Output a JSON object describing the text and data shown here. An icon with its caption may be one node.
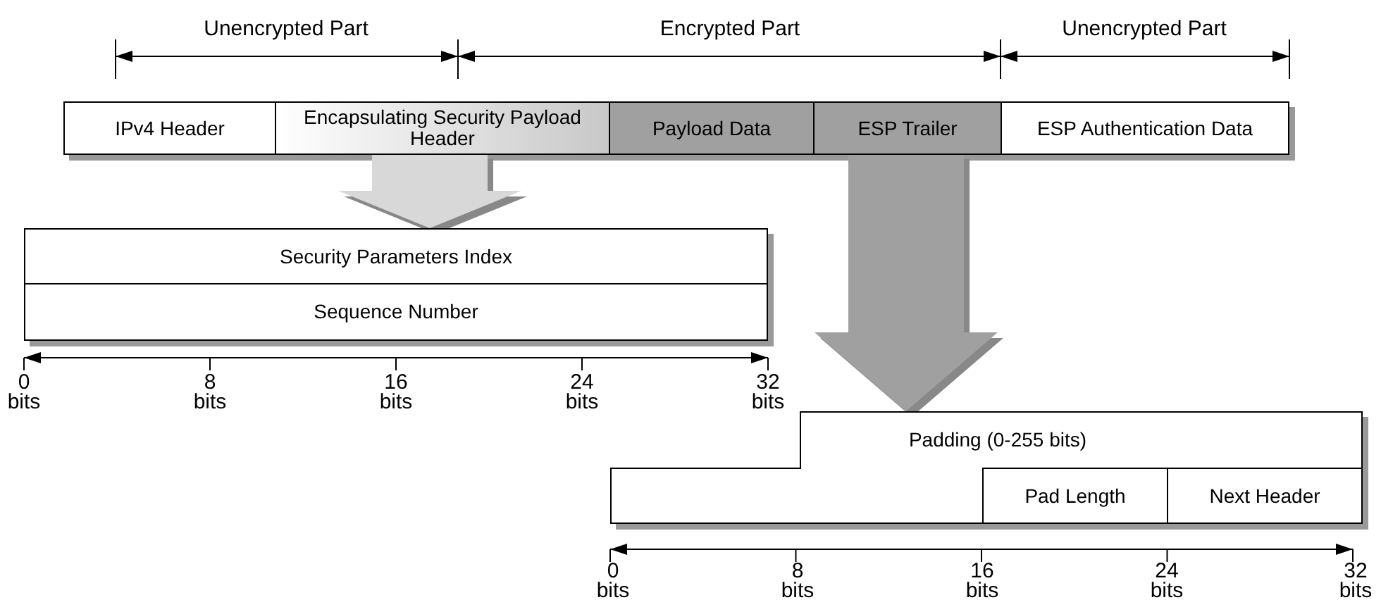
{
  "diagram": {
    "nodes": [
      {
        "text": [
          "IPv4 Header"
        ]
      },
      {
        "text": [
          "Encapsulating Security Payload Header"
        ]
      },
      {
        "text": [
          "Payload Data"
        ]
      },
      {
        "text": [
          "ESP Trailer"
        ]
      },
      {
        "text": [
          "ESP Authentication Data"
        ]
      },
      {
        "text": [
          "Security Parameters Index"
        ]
      },
      {
        "text": [
          "Sequence Number"
        ]
      },
      {
        "text": [
          "Padding (0-255 bits)"
        ]
      },
      {
        "text": [
          "Pad Length"
        ],
        "in": 7
      },
      {
        "text": [
          "Next Header"
        ],
        "in": 7
      }
    ],
    "edges": [
      {
        "from": 1,
        "to": 5,
        "arrow": "to",
        "style": "thick",
        "color": "#d8d8d8"
      },
      {
        "from": 3,
        "to": 7,
        "arrow": "to",
        "style": "thick",
        "color": "#a0a0a0"
      }
    ],
    "labels": [
      "Unencrypted Part",
      "Encrypted Part",
      "Unencrypted Part",
      "0 bits",
      "8 bits",
      "16 bits",
      "24 bits",
      "32 bits",
      "0 bits",
      "8 bits",
      "16 bits",
      "24 bits",
      "32 bits"
    ]
  }
}
